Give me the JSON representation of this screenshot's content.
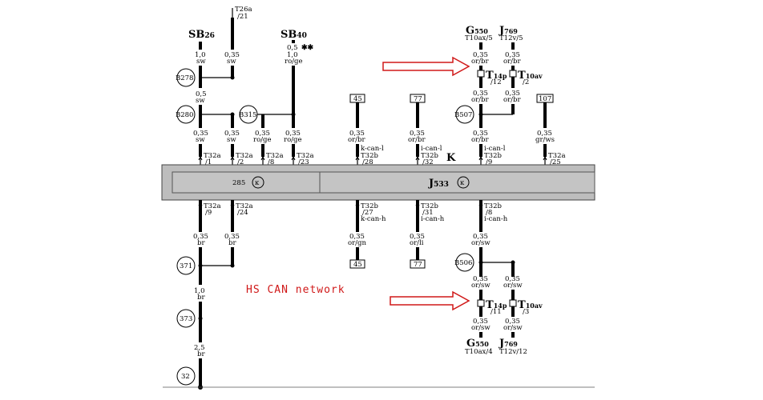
{
  "colors": {
    "wire": "#000000",
    "module": "#bdbdbd",
    "annotation": "#d01818"
  },
  "annotation": {
    "text": "HS CAN network"
  },
  "top_labels": {
    "sb26": "SB",
    "sb26_sub": "26",
    "sb40": "SB",
    "sb40_sub": "40",
    "t26": "T26a",
    "t26_pin": "/21",
    "g550": "G",
    "g550_sub": "550",
    "g550_conn": "T10ax/5",
    "j769": "J",
    "j769_sub": "769",
    "j769_conn": "T12v/5"
  },
  "wires_top": {
    "w1": "1,0",
    "w1c": "sw",
    "w2": "0,35",
    "w2c": "sw",
    "w3": "0,5",
    "w3m": "✱✱",
    "w3b": "1,0",
    "w3c": "ro/ge",
    "w5": "0,5",
    "w5c": "sw",
    "a1": "0,35",
    "a1c": "sw",
    "a2": "0,35",
    "a2c": "sw",
    "a3": "0,35",
    "a3c": "ro/ge",
    "a4": "0,35",
    "a4c": "ro/ge",
    "k1": "0,35",
    "k1c": "or/br",
    "k2": "0,35",
    "k2c": "or/br",
    "k3": "0,35",
    "k3c": "or/br",
    "k4": "0,35",
    "k4c": "gr/ws",
    "g1": "0,35",
    "g1c": "or/br",
    "g2": "0,35",
    "g2c": "or/br",
    "g3": "0,35",
    "g3c": "or/br",
    "g4": "0,35",
    "g4c": "or/br"
  },
  "nodes": {
    "b278": "B278",
    "b280": "B280",
    "b315": "B315",
    "b507": "B507",
    "b506": "B506",
    "n371": "371",
    "n373": "373",
    "n32": "32",
    "box45": "45",
    "box77": "77",
    "box107": "107",
    "box45b": "45",
    "box77b": "77"
  },
  "pins_top": [
    {
      "c": "T32a",
      "p": "/1"
    },
    {
      "c": "T32a",
      "p": "/2"
    },
    {
      "c": "T32a",
      "p": "/8"
    },
    {
      "c": "T32a",
      "p": "/23"
    },
    {
      "c": "T32b",
      "p": "/28",
      "n": "k-can-l"
    },
    {
      "c": "T32b",
      "p": "/32",
      "n": "i-can-l"
    },
    {
      "c": "T32b",
      "p": "/9",
      "n": "i-can-l"
    },
    {
      "c": "T32a",
      "p": "/25"
    }
  ],
  "modules": {
    "j285": "285",
    "j533": "J",
    "j533_sub": "533",
    "k": "K"
  },
  "pins_bot": [
    {
      "c": "T32a",
      "p": "/9"
    },
    {
      "c": "T32a",
      "p": "/24"
    },
    {
      "c": "T32b",
      "p": "/27",
      "n": "k-can-h"
    },
    {
      "c": "T32b",
      "p": "/31",
      "n": "i-can-h"
    },
    {
      "c": "T32b",
      "p": "/8",
      "n": "i-can-h"
    }
  ],
  "wires_bot": {
    "b1": "0,35",
    "b1c": "br",
    "b2": "0,35",
    "b2c": "br",
    "c1": "0,35",
    "c1c": "or/gn",
    "c2": "0,35",
    "c2c": "or/li",
    "c3": "0,35",
    "c3c": "or/sw",
    "r1": "1,0",
    "r1c": "br",
    "r2": "2,5",
    "r2c": "br",
    "d1": "0,35",
    "d1c": "or/sw",
    "d2": "0,35",
    "d2c": "or/sw",
    "d3": "0,35",
    "d3c": "or/sw",
    "d4": "0,35",
    "d4c": "or/sw"
  },
  "t14": {
    "a": "T",
    "a_sub": "14p",
    "a_pin": "/12",
    "b": "T",
    "b_sub": "10av",
    "b_pin": "/2",
    "c": "T",
    "c_sub": "14p",
    "c_pin": "/11",
    "d": "T",
    "d_sub": "10av",
    "d_pin": "/3"
  },
  "bottom_labels": {
    "g550": "G",
    "g550_sub": "550",
    "g550_conn": "T10ax/4",
    "j769": "J",
    "j769_sub": "769",
    "j769_conn": "T12v/12"
  }
}
